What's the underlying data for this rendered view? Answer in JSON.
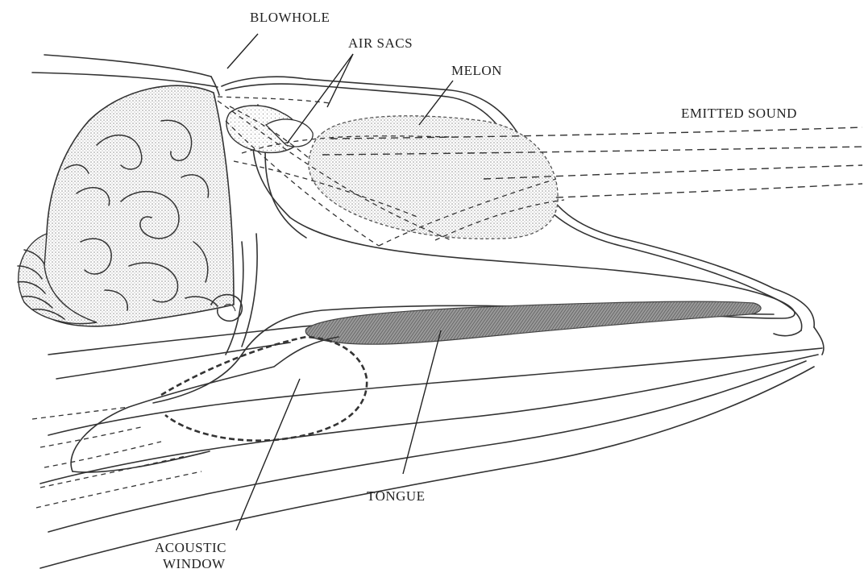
{
  "labels": {
    "blowhole": "BLOWHOLE",
    "air_sacs": "AIR SACS",
    "melon": "MELON",
    "emitted_sound": "EMITTED SOUND",
    "tongue": "TONGUE",
    "acoustic_window_line1": "ACOUSTIC",
    "acoustic_window_line2": "WINDOW"
  },
  "colors": {
    "line": "#333333",
    "stipple": "#8a8a8a",
    "tongue_hatch": "#555555",
    "background": "#ffffff"
  }
}
